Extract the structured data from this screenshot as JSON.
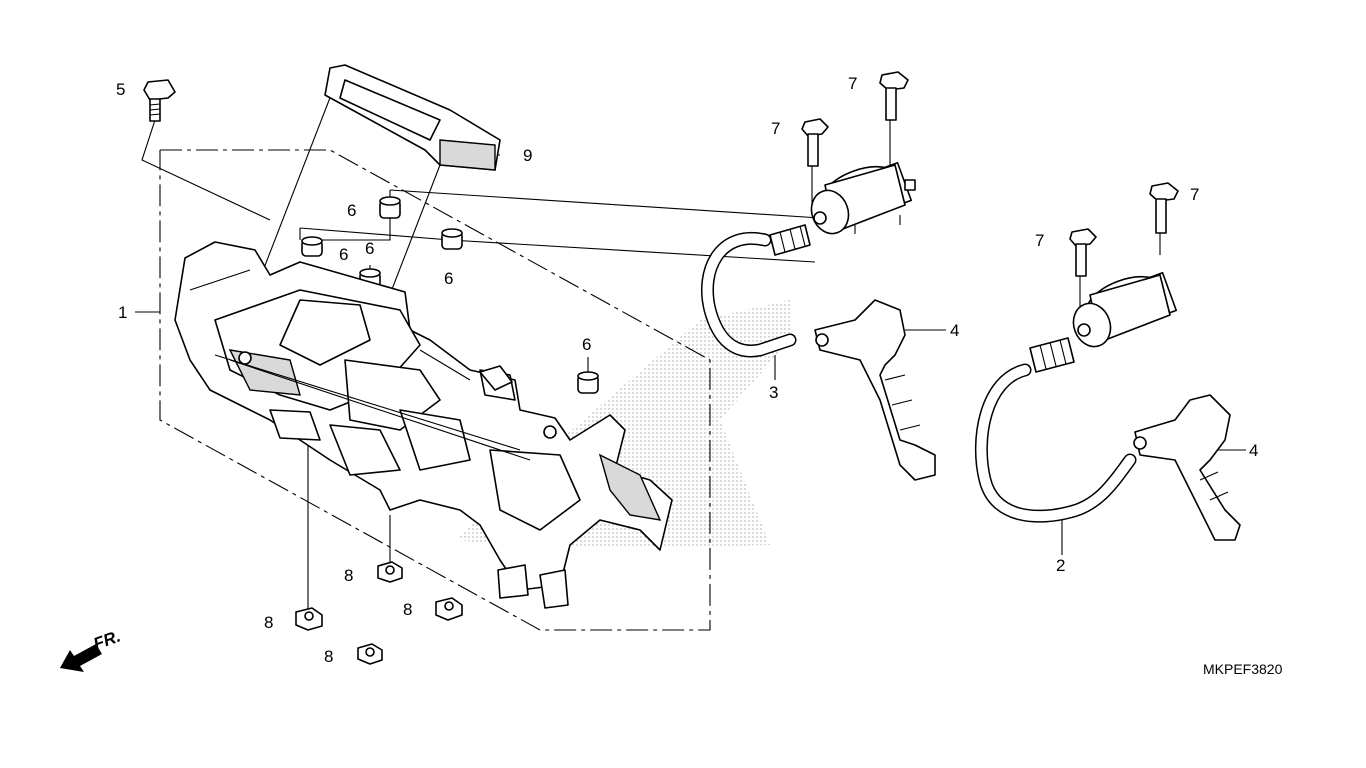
{
  "callouts": {
    "c1": "1",
    "c2": "2",
    "c3": "3",
    "c4a": "4",
    "c4b": "4",
    "c5": "5",
    "c6a": "6",
    "c6b": "6",
    "c6c": "6",
    "c6d": "6",
    "c6e": "6",
    "c7a": "7",
    "c7b": "7",
    "c7c": "7",
    "c7d": "7",
    "c8a": "8",
    "c8b": "8",
    "c8c": "8",
    "c8d": "8",
    "c9": "9"
  },
  "direction_label": "FR.",
  "diagram_code": "MKPEF3820"
}
